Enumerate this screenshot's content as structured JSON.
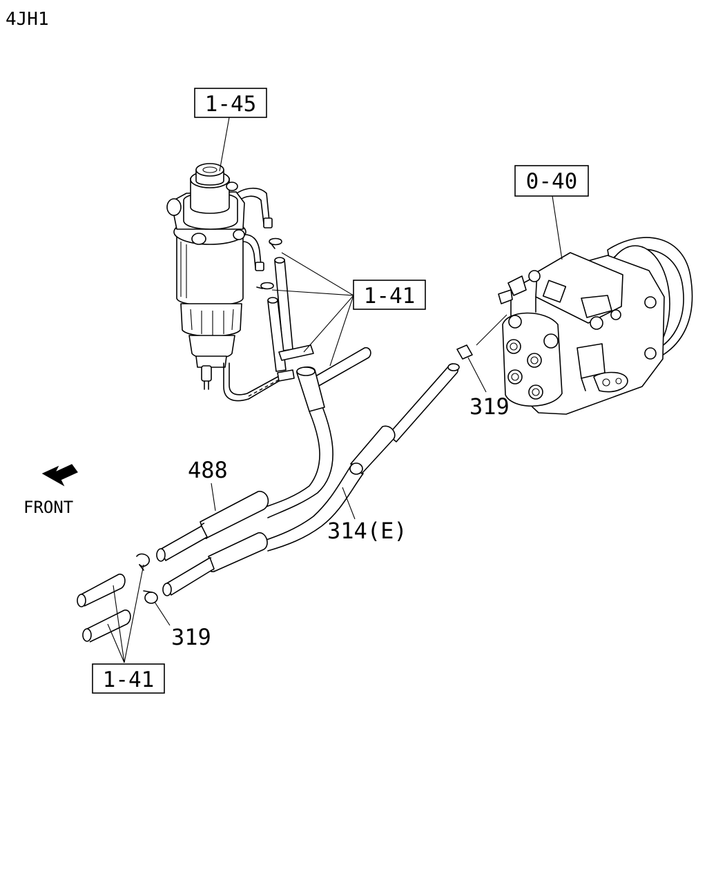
{
  "engine_code": "4JH1",
  "front_label": "FRONT",
  "callouts": {
    "filter_ref": "1-45",
    "pump_ref": "0-40",
    "hose_ref_upper": "1-41",
    "hose_ref_lower": "1-41",
    "clip_upper": "319",
    "clip_lower": "319",
    "pipe_feed": "488",
    "pipe_return": "314(E)"
  }
}
